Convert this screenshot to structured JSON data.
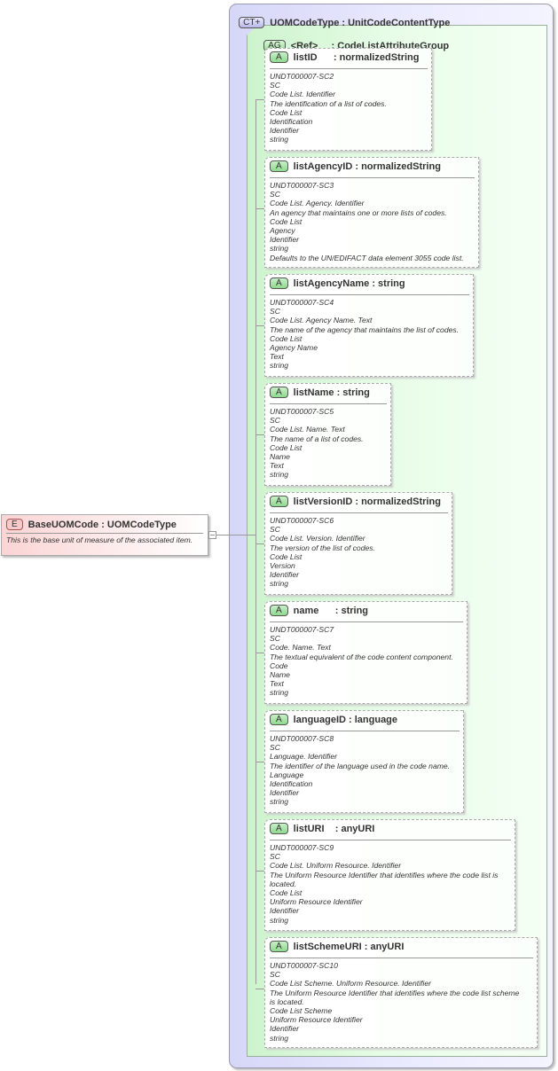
{
  "complex_type": {
    "badge": "CT+",
    "title": "UOMCodeType : UnitCodeContentType"
  },
  "attribute_group": {
    "badge": "AG",
    "title": "<Ref>     : CodeListAttributeGroup"
  },
  "element": {
    "badge": "E",
    "title": "BaseUOMCode : UOMCodeType",
    "description": "This is the base unit of measure of the associated item."
  },
  "attributes": [
    {
      "badge": "A",
      "title": "listID      : normalizedString",
      "lines": [
        "UNDT000007-SC2",
        "SC",
        "Code List. Identifier",
        "The identification of a list of codes.",
        "Code List",
        "Identification",
        "Identifier",
        "string"
      ]
    },
    {
      "badge": "A",
      "title": "listAgencyID : normalizedString",
      "lines": [
        "UNDT000007-SC3",
        "SC",
        "Code List. Agency. Identifier",
        "An agency that maintains one or more lists of codes.",
        "Code List",
        "Agency",
        "Identifier",
        "string",
        "Defaults to the UN/EDIFACT data element 3055 code list."
      ]
    },
    {
      "badge": "A",
      "title": "listAgencyName : string",
      "lines": [
        "UNDT000007-SC4",
        "SC",
        "Code List. Agency Name. Text",
        "The name of the agency that maintains the list of codes.",
        "Code List",
        "Agency Name",
        "Text",
        "string"
      ]
    },
    {
      "badge": "A",
      "title": "listName : string",
      "lines": [
        "UNDT000007-SC5",
        "SC",
        "Code List. Name. Text",
        "The name of a list of codes.",
        "Code List",
        "Name",
        "Text",
        "string"
      ]
    },
    {
      "badge": "A",
      "title": "listVersionID : normalizedString",
      "lines": [
        "UNDT000007-SC6",
        "SC",
        "Code List. Version. Identifier",
        "The version of the list of codes.",
        "Code List",
        "Version",
        "Identifier",
        "string"
      ]
    },
    {
      "badge": "A",
      "title": "name      : string",
      "lines": [
        "UNDT000007-SC7",
        "SC",
        "Code. Name. Text",
        "The textual equivalent of the code content component.",
        "Code",
        "Name",
        "Text",
        "string"
      ]
    },
    {
      "badge": "A",
      "title": "languageID : language",
      "lines": [
        "UNDT000007-SC8",
        "SC",
        "Language. Identifier",
        "The identifier of the language used in the code name.",
        "Language",
        "Identification",
        "Identifier",
        "string"
      ]
    },
    {
      "badge": "A",
      "title": "listURI    : anyURI",
      "lines": [
        "UNDT000007-SC9",
        "SC",
        "Code List. Uniform Resource. Identifier",
        "The Uniform Resource Identifier that identifies where the code list is",
        "located.",
        "Code List",
        "Uniform Resource Identifier",
        "Identifier",
        "string"
      ]
    },
    {
      "badge": "A",
      "title": "listSchemeURI : anyURI",
      "lines": [
        "UNDT000007-SC10",
        "SC",
        "Code List Scheme. Uniform Resource. Identifier",
        "The Uniform Resource Identifier that identifies where the code list scheme",
        "is located.",
        "Code List Scheme",
        "Uniform Resource Identifier",
        "Identifier",
        "string"
      ]
    }
  ]
}
